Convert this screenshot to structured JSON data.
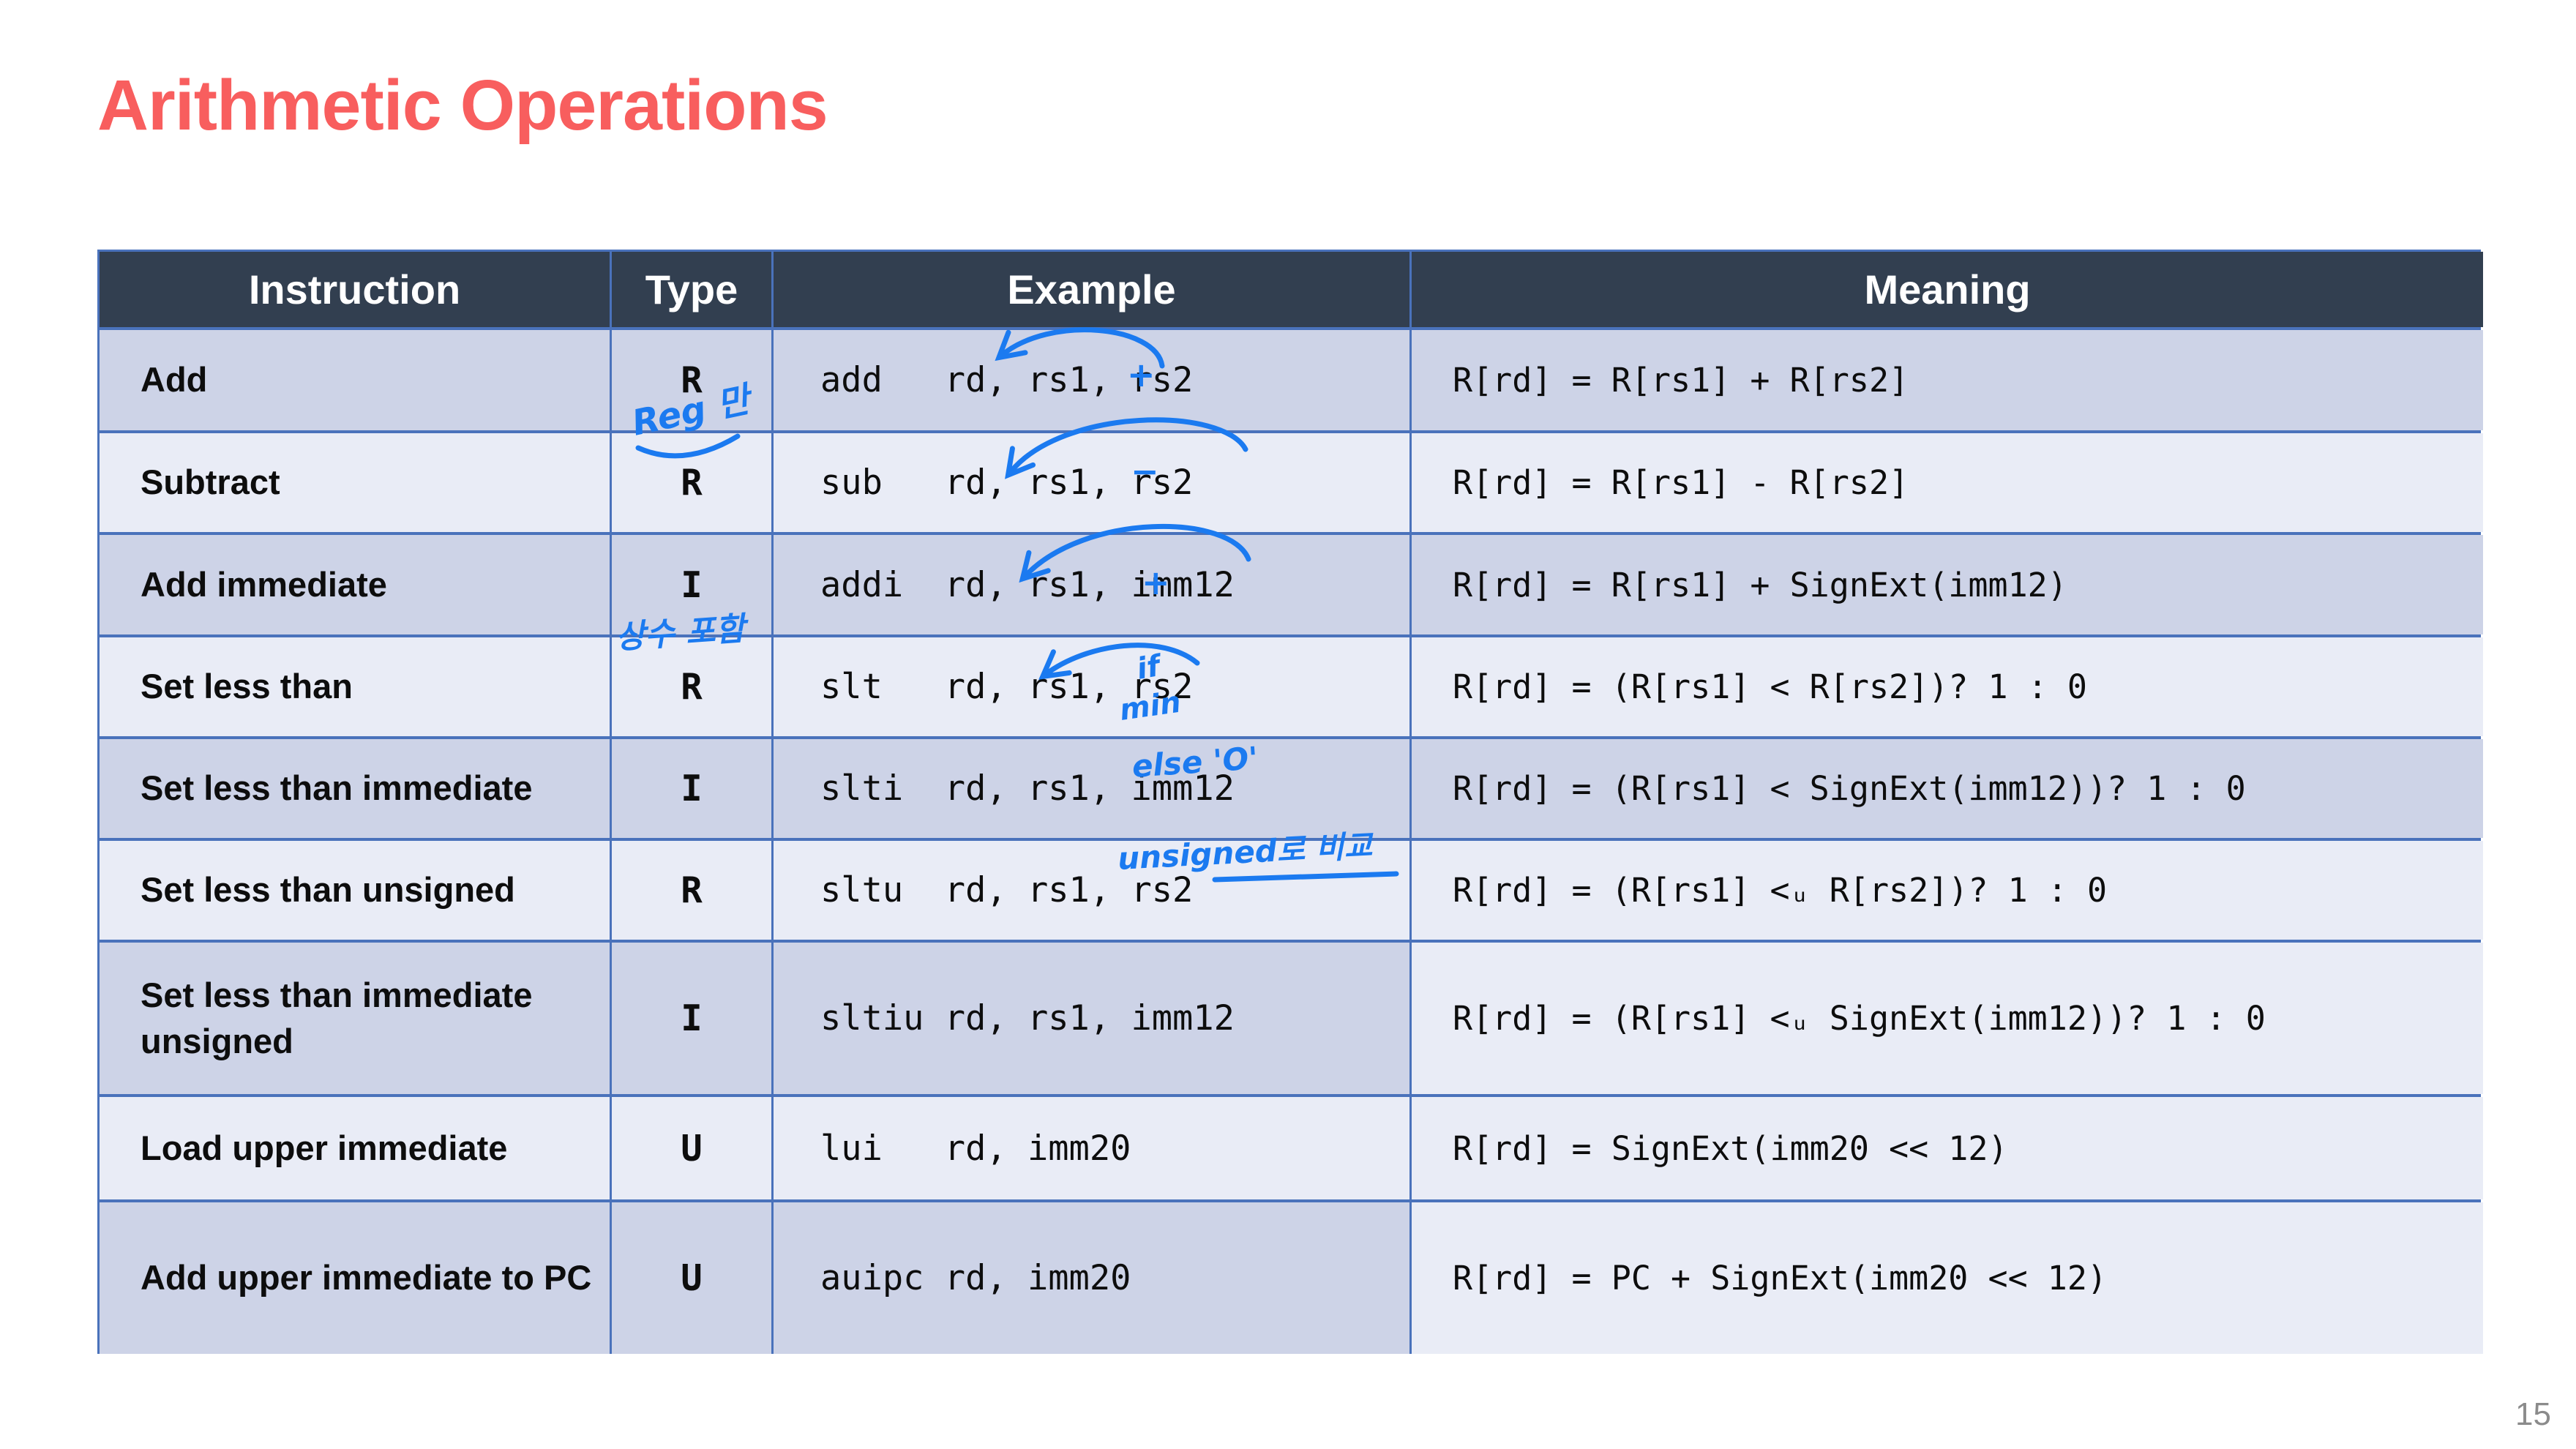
{
  "slide": {
    "title": "Arithmetic Operations",
    "page_number": "15"
  },
  "colors": {
    "title_red": "#f85e5e",
    "header_bg": "#323f50",
    "row_dark": "#cdd3e7",
    "row_light": "#e9ecf6",
    "table_border_blue": "#4a72bb",
    "annotation_blue": "#1b7af0"
  },
  "table": {
    "headers": [
      "Instruction",
      "Type",
      "Example",
      "Meaning"
    ],
    "rows": [
      {
        "instruction": "Add",
        "type": "R",
        "example": "add   rd, rs1, rs2",
        "meaning": "R[rd] = R[rs1] + R[rs2]"
      },
      {
        "instruction": "Subtract",
        "type": "R",
        "example": "sub   rd, rs1, rs2",
        "meaning": "R[rd] = R[rs1] - R[rs2]"
      },
      {
        "instruction": "Add immediate",
        "type": "I",
        "example": "addi  rd, rs1, imm12",
        "meaning": "R[rd] = R[rs1] + SignExt(imm12)"
      },
      {
        "instruction": "Set less than",
        "type": "R",
        "example": "slt   rd, rs1, rs2",
        "meaning": "R[rd] = (R[rs1] < R[rs2])? 1 : 0"
      },
      {
        "instruction": "Set less than immediate",
        "type": "I",
        "example": "slti  rd, rs1, imm12",
        "meaning": "R[rd] = (R[rs1] < SignExt(imm12))? 1 : 0"
      },
      {
        "instruction": "Set less than unsigned",
        "type": "R",
        "example": "sltu  rd, rs1, rs2",
        "meaning": "R[rd] = (R[rs1] <ᵤ R[rs2])? 1 : 0"
      },
      {
        "instruction": "Set less than immediate unsigned",
        "type": "I",
        "example": "sltiu rd, rs1, imm12",
        "meaning": "R[rd] = (R[rs1] <ᵤ SignExt(imm12))? 1 : 0"
      },
      {
        "instruction": "Load upper immediate",
        "type": "U",
        "example": "lui   rd, imm20",
        "meaning": "R[rd] = SignExt(imm20 << 12)"
      },
      {
        "instruction": "Add upper immediate to PC",
        "type": "U",
        "example": "auipc rd, imm20",
        "meaning": "R[rd] = PC + SignExt(imm20 << 12)"
      }
    ]
  },
  "annotations": {
    "add_type_note": "Reg 만",
    "add_plus": "+",
    "sub_minus": "−",
    "addi_plus": "+",
    "addi_type_note": "상수 포함",
    "slt_if": "if",
    "slt_min": "min",
    "slt_else": "else 'O'",
    "sltu_note": "unsigned로 비교"
  }
}
